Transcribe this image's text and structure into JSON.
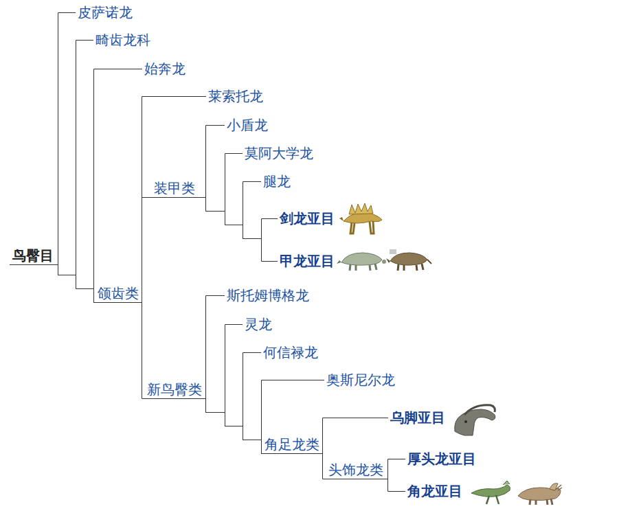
{
  "diagram": {
    "nodes": [
      {
        "text": [
          "鸟臀目"
        ]
      },
      {
        "text": [
          "皮萨诺龙"
        ]
      },
      {
        "text": [
          "畸齿龙科"
        ]
      },
      {
        "text": [
          "始奔龙"
        ]
      },
      {
        "text": [
          "颌齿类"
        ]
      },
      {
        "text": [
          "莱索托龙"
        ]
      },
      {
        "text": [
          "装甲类"
        ]
      },
      {
        "text": [
          "小盾龙"
        ]
      },
      {
        "text": [
          "莫阿大学龙"
        ]
      },
      {
        "text": [
          "腿龙"
        ]
      },
      {
        "text": [
          "剑龙亚目"
        ]
      },
      {
        "text": [
          "甲龙亚目"
        ]
      },
      {
        "text": [
          "新鸟臀类"
        ]
      },
      {
        "text": [
          "斯托姆博格龙"
        ]
      },
      {
        "text": [
          "灵龙"
        ]
      },
      {
        "text": [
          "何信禄龙"
        ]
      },
      {
        "text": [
          "奥斯尼尔龙"
        ]
      },
      {
        "text": [
          "角足龙类"
        ]
      },
      {
        "text": [
          "乌脚亚目"
        ]
      },
      {
        "text": [
          "头饰龙类"
        ]
      },
      {
        "text": [
          "厚头龙亚目"
        ]
      },
      {
        "text": [
          "角龙亚目"
        ]
      }
    ],
    "edges": [
      {
        "from": 0,
        "to": 1,
        "arrow": "none"
      },
      {
        "from": 0,
        "to": 2,
        "arrow": "none"
      },
      {
        "from": 0,
        "to": 3,
        "arrow": "none"
      },
      {
        "from": 0,
        "to": 4,
        "arrow": "none"
      },
      {
        "from": 4,
        "to": 5,
        "arrow": "none"
      },
      {
        "from": 4,
        "to": 6,
        "arrow": "none"
      },
      {
        "from": 4,
        "to": 12,
        "arrow": "none"
      },
      {
        "from": 6,
        "to": 7,
        "arrow": "none"
      },
      {
        "from": 6,
        "to": 8,
        "arrow": "none"
      },
      {
        "from": 6,
        "to": 9,
        "arrow": "none"
      },
      {
        "from": 6,
        "to": 10,
        "arrow": "none"
      },
      {
        "from": 6,
        "to": 11,
        "arrow": "none"
      },
      {
        "from": 12,
        "to": 13,
        "arrow": "none"
      },
      {
        "from": 12,
        "to": 14,
        "arrow": "none"
      },
      {
        "from": 12,
        "to": 15,
        "arrow": "none"
      },
      {
        "from": 12,
        "to": 16,
        "arrow": "none"
      },
      {
        "from": 12,
        "to": 17,
        "arrow": "none"
      },
      {
        "from": 17,
        "to": 18,
        "arrow": "none"
      },
      {
        "from": 17,
        "to": 19,
        "arrow": "none"
      },
      {
        "from": 19,
        "to": 20,
        "arrow": "none"
      },
      {
        "from": 19,
        "to": 21,
        "arrow": "none"
      }
    ]
  }
}
